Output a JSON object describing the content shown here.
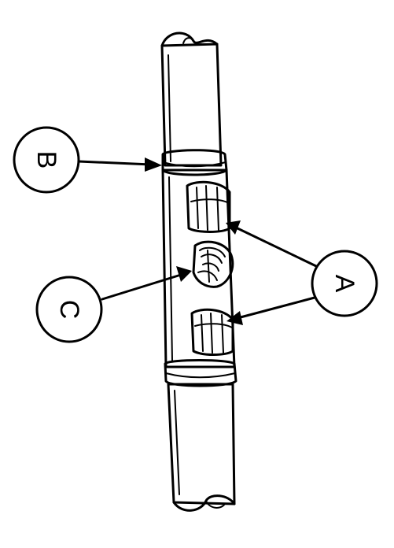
{
  "diagram": {
    "callouts": [
      {
        "id": "B",
        "label": "B"
      },
      {
        "id": "C",
        "label": "C"
      },
      {
        "id": "A",
        "label": "A"
      }
    ],
    "colors": {
      "ink": "#000000",
      "paper": "#ffffff"
    }
  }
}
